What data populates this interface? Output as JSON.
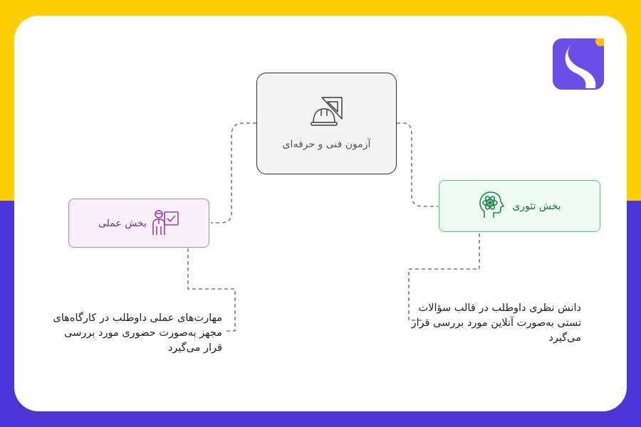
{
  "nodes": {
    "main": {
      "label": "آزمون فنی و حرفه‌ای",
      "icon": "hard-hat-triangle-icon"
    },
    "practical": {
      "label": "بخش عملی",
      "icon": "worker-checkboard-icon",
      "accent": "#c773df"
    },
    "theory": {
      "label": "بخش تئوری",
      "icon": "head-atom-icon",
      "accent": "#4ecb8a"
    }
  },
  "descriptions": {
    "practical": "مهارت‌های عملی داوطلب در کارگاه‌های  مجهز به‌صورت حضوری مورد بررسی قرار می‌گیرد",
    "theory": "دانش نظری داوطلب در قالب سؤالات تستی به‌صورت آنلاین مورد بررسی قرار می‌گیرد"
  },
  "colors": {
    "frame_top": "#fdd005",
    "frame_bottom": "#4d35d6",
    "logo": "#6b4ee8",
    "logo_dot": "#fdc007"
  },
  "logo": {
    "icon": "brand-logo-icon"
  }
}
